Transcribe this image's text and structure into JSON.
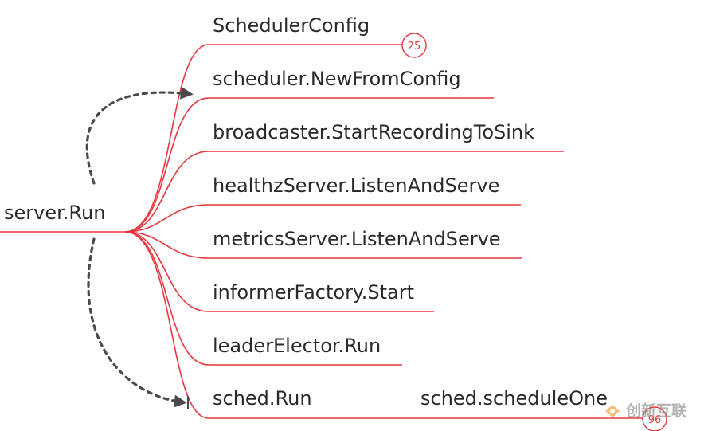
{
  "root": {
    "label": "server.Run"
  },
  "branches": [
    {
      "label": "SchedulerConfig",
      "badge": "25"
    },
    {
      "label": "scheduler.NewFromConfig"
    },
    {
      "label": "broadcaster.StartRecordingToSink"
    },
    {
      "label": "healthzServer.ListenAndServe"
    },
    {
      "label": "metricsServer.ListenAndServe"
    },
    {
      "label": "informerFactory.Start"
    },
    {
      "label": "leaderElector.Run"
    },
    {
      "label": "sched.Run",
      "child": {
        "label": "sched.scheduleOne",
        "badge": "96"
      }
    }
  ],
  "watermark": {
    "text": "创新互联"
  },
  "colors": {
    "branch": "#e8373f",
    "dashed_arrow": "#4a4a4a",
    "text": "#2a2a2a"
  }
}
